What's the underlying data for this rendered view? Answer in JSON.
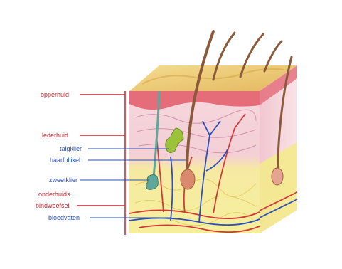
{
  "labels": {
    "opperhuid": "opperhuid",
    "lederhuid": "lederhuid",
    "talgklier": "talgklier",
    "haarfollikel": "haarfollikel",
    "zweetklier": "zweetklier",
    "onderhuids": "onderhuids",
    "bindweefsel": "bindweefsel",
    "bloedvaten": "bloedvaten"
  },
  "colors": {
    "layer_label": "#c0272d",
    "structure_label": "#2a4fb5",
    "epidermis": "#e8c86a",
    "dermis": "#f3c9d2",
    "subcutis": "#f4ec8e",
    "hair": "#8a5a3a",
    "sweat_gland": "#5fa79a",
    "sebaceous_gland": "#9cc23c",
    "arteries": "#d23a3a",
    "veins": "#2b4fbf"
  }
}
